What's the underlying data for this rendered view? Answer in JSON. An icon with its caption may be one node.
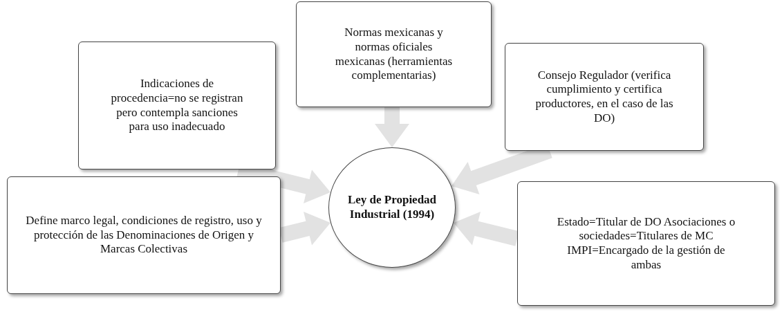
{
  "diagram": {
    "nodes": [
      {
        "text": [
          "Normas  mexicanas y normas oficiales mexicanas (herramientas complementarias)"
        ]
      },
      {
        "text": [
          "Indicaciones de procedencia=no se registran pero contempla sanciones  para uso inadecuado"
        ]
      },
      {
        "text": [
          "Consejo Regulador (verifica cumplimiento y certifica productores, en el caso de las DO)"
        ]
      },
      {
        "text": [
          "Define marco legal, condiciones de registro,  uso y protección de las Denominaciones de Origen y Marcas Colectivas"
        ]
      },
      {
        "text": [
          "Ley de Propiedad Industrial (1994)"
        ]
      },
      {
        "text": [
          "Estado=Titular de DO Asociaciones o sociedades=Titulares  de MC IMPI=Encargado de la gestión de ambas"
        ]
      }
    ],
    "edges": [
      {
        "from": 0,
        "to": 4,
        "arrow": "to"
      },
      {
        "from": 1,
        "to": 4,
        "arrow": "to"
      },
      {
        "from": 2,
        "to": 4,
        "arrow": "to"
      },
      {
        "from": 3,
        "to": 4,
        "arrow": "to"
      },
      {
        "from": 5,
        "to": 4,
        "arrow": "to"
      }
    ]
  }
}
